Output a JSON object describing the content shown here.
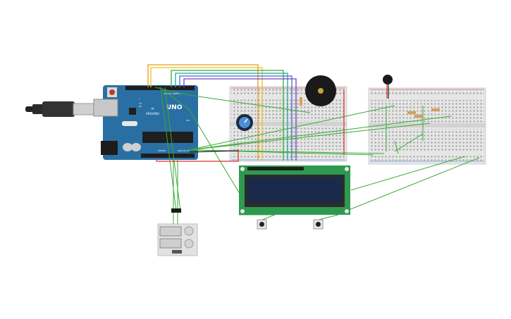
{
  "scene": {
    "background": "#ffffff",
    "wire_color": "#3aaa35",
    "wire_red": "#e0302b",
    "wire_black": "#222222"
  },
  "arduino": {
    "brand": "ARDUINO",
    "model": "UNO",
    "digital_label": "DIGITAL (PWM~)",
    "power_label": "POWER",
    "analog_label": "ANALOG IN",
    "board_color": "#2a6fa3",
    "tx_label": "TX",
    "rx_label": "RX",
    "on_label": "ON",
    "l_label": "L"
  },
  "components": {
    "lcd": {
      "type": "LCD 16x2",
      "pcb_color": "#2e9a4f",
      "screen_color": "#1a2a4a"
    },
    "buzzer": {
      "type": "Piezo Buzzer"
    },
    "potentiometer": {
      "type": "Potentiometer"
    },
    "pushbutton_left": {
      "type": "Pushbutton"
    },
    "pushbutton_right": {
      "type": "Pushbutton"
    },
    "temp_sensor": {
      "type": "Sensor"
    },
    "relay_module": {
      "type": "Relay Module"
    }
  }
}
